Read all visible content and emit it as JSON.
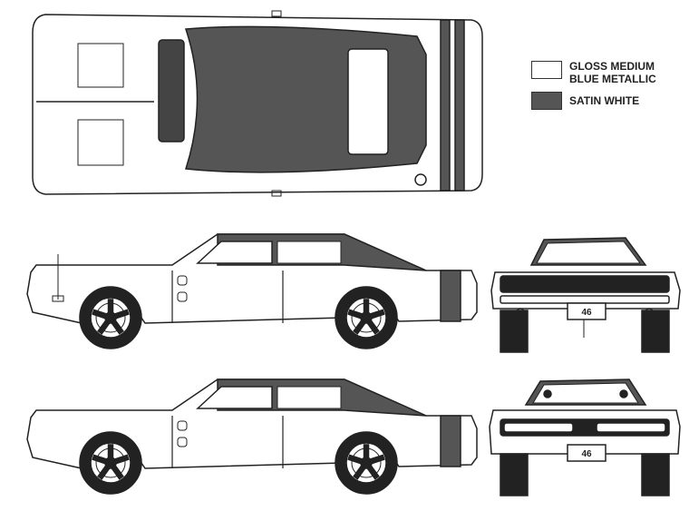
{
  "legend": {
    "items": [
      {
        "line1": "GLOSS MEDIUM",
        "line2": "BLUE METALLIC",
        "color": "#ffffff"
      },
      {
        "line1": "SATIN WHITE",
        "line2": "",
        "color": "#555555"
      }
    ]
  },
  "plates": {
    "front": "46",
    "rear": "46"
  },
  "colors": {
    "line": "#222222",
    "vinyl_top": "#555555",
    "tire": "#222222",
    "body": "#ffffff"
  }
}
